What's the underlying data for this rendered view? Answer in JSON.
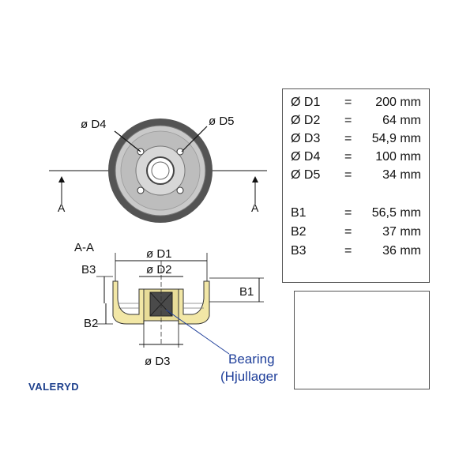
{
  "front_view": {
    "label_d4": "ø D4",
    "label_d5": "ø D5",
    "section_left": "A",
    "section_right": "A"
  },
  "section_view": {
    "title": "A-A",
    "label_d1": "ø D1",
    "label_d2": "ø D2",
    "label_d3": "ø D3",
    "label_b1": "B1",
    "label_b2": "B2",
    "label_b3": "B3",
    "bearing_line1": "Bearing",
    "bearing_line2": "(Hjullager"
  },
  "specs": [
    {
      "key": "Ø D1",
      "eq": "=",
      "value": "200 mm"
    },
    {
      "key": "Ø D2",
      "eq": "=",
      "value": "64 mm"
    },
    {
      "key": "Ø D3",
      "eq": "=",
      "value": "54,9 mm"
    },
    {
      "key": "Ø D4",
      "eq": "=",
      "value": "100 mm"
    },
    {
      "key": "Ø D5",
      "eq": "=",
      "value": "34 mm"
    },
    {
      "key": "B1",
      "eq": "=",
      "value": "56,5 mm"
    },
    {
      "key": "B2",
      "eq": "=",
      "value": "37 mm"
    },
    {
      "key": "B3",
      "eq": "=",
      "value": "36 mm"
    }
  ],
  "brand": "VALERYD",
  "colors": {
    "drum_dark": "#5a5a5a",
    "drum_light": "#c8c8c8",
    "section_fill": "#f2e7a6",
    "accent_blue": "#1f3f9a",
    "photo_red": "#c0392b"
  }
}
